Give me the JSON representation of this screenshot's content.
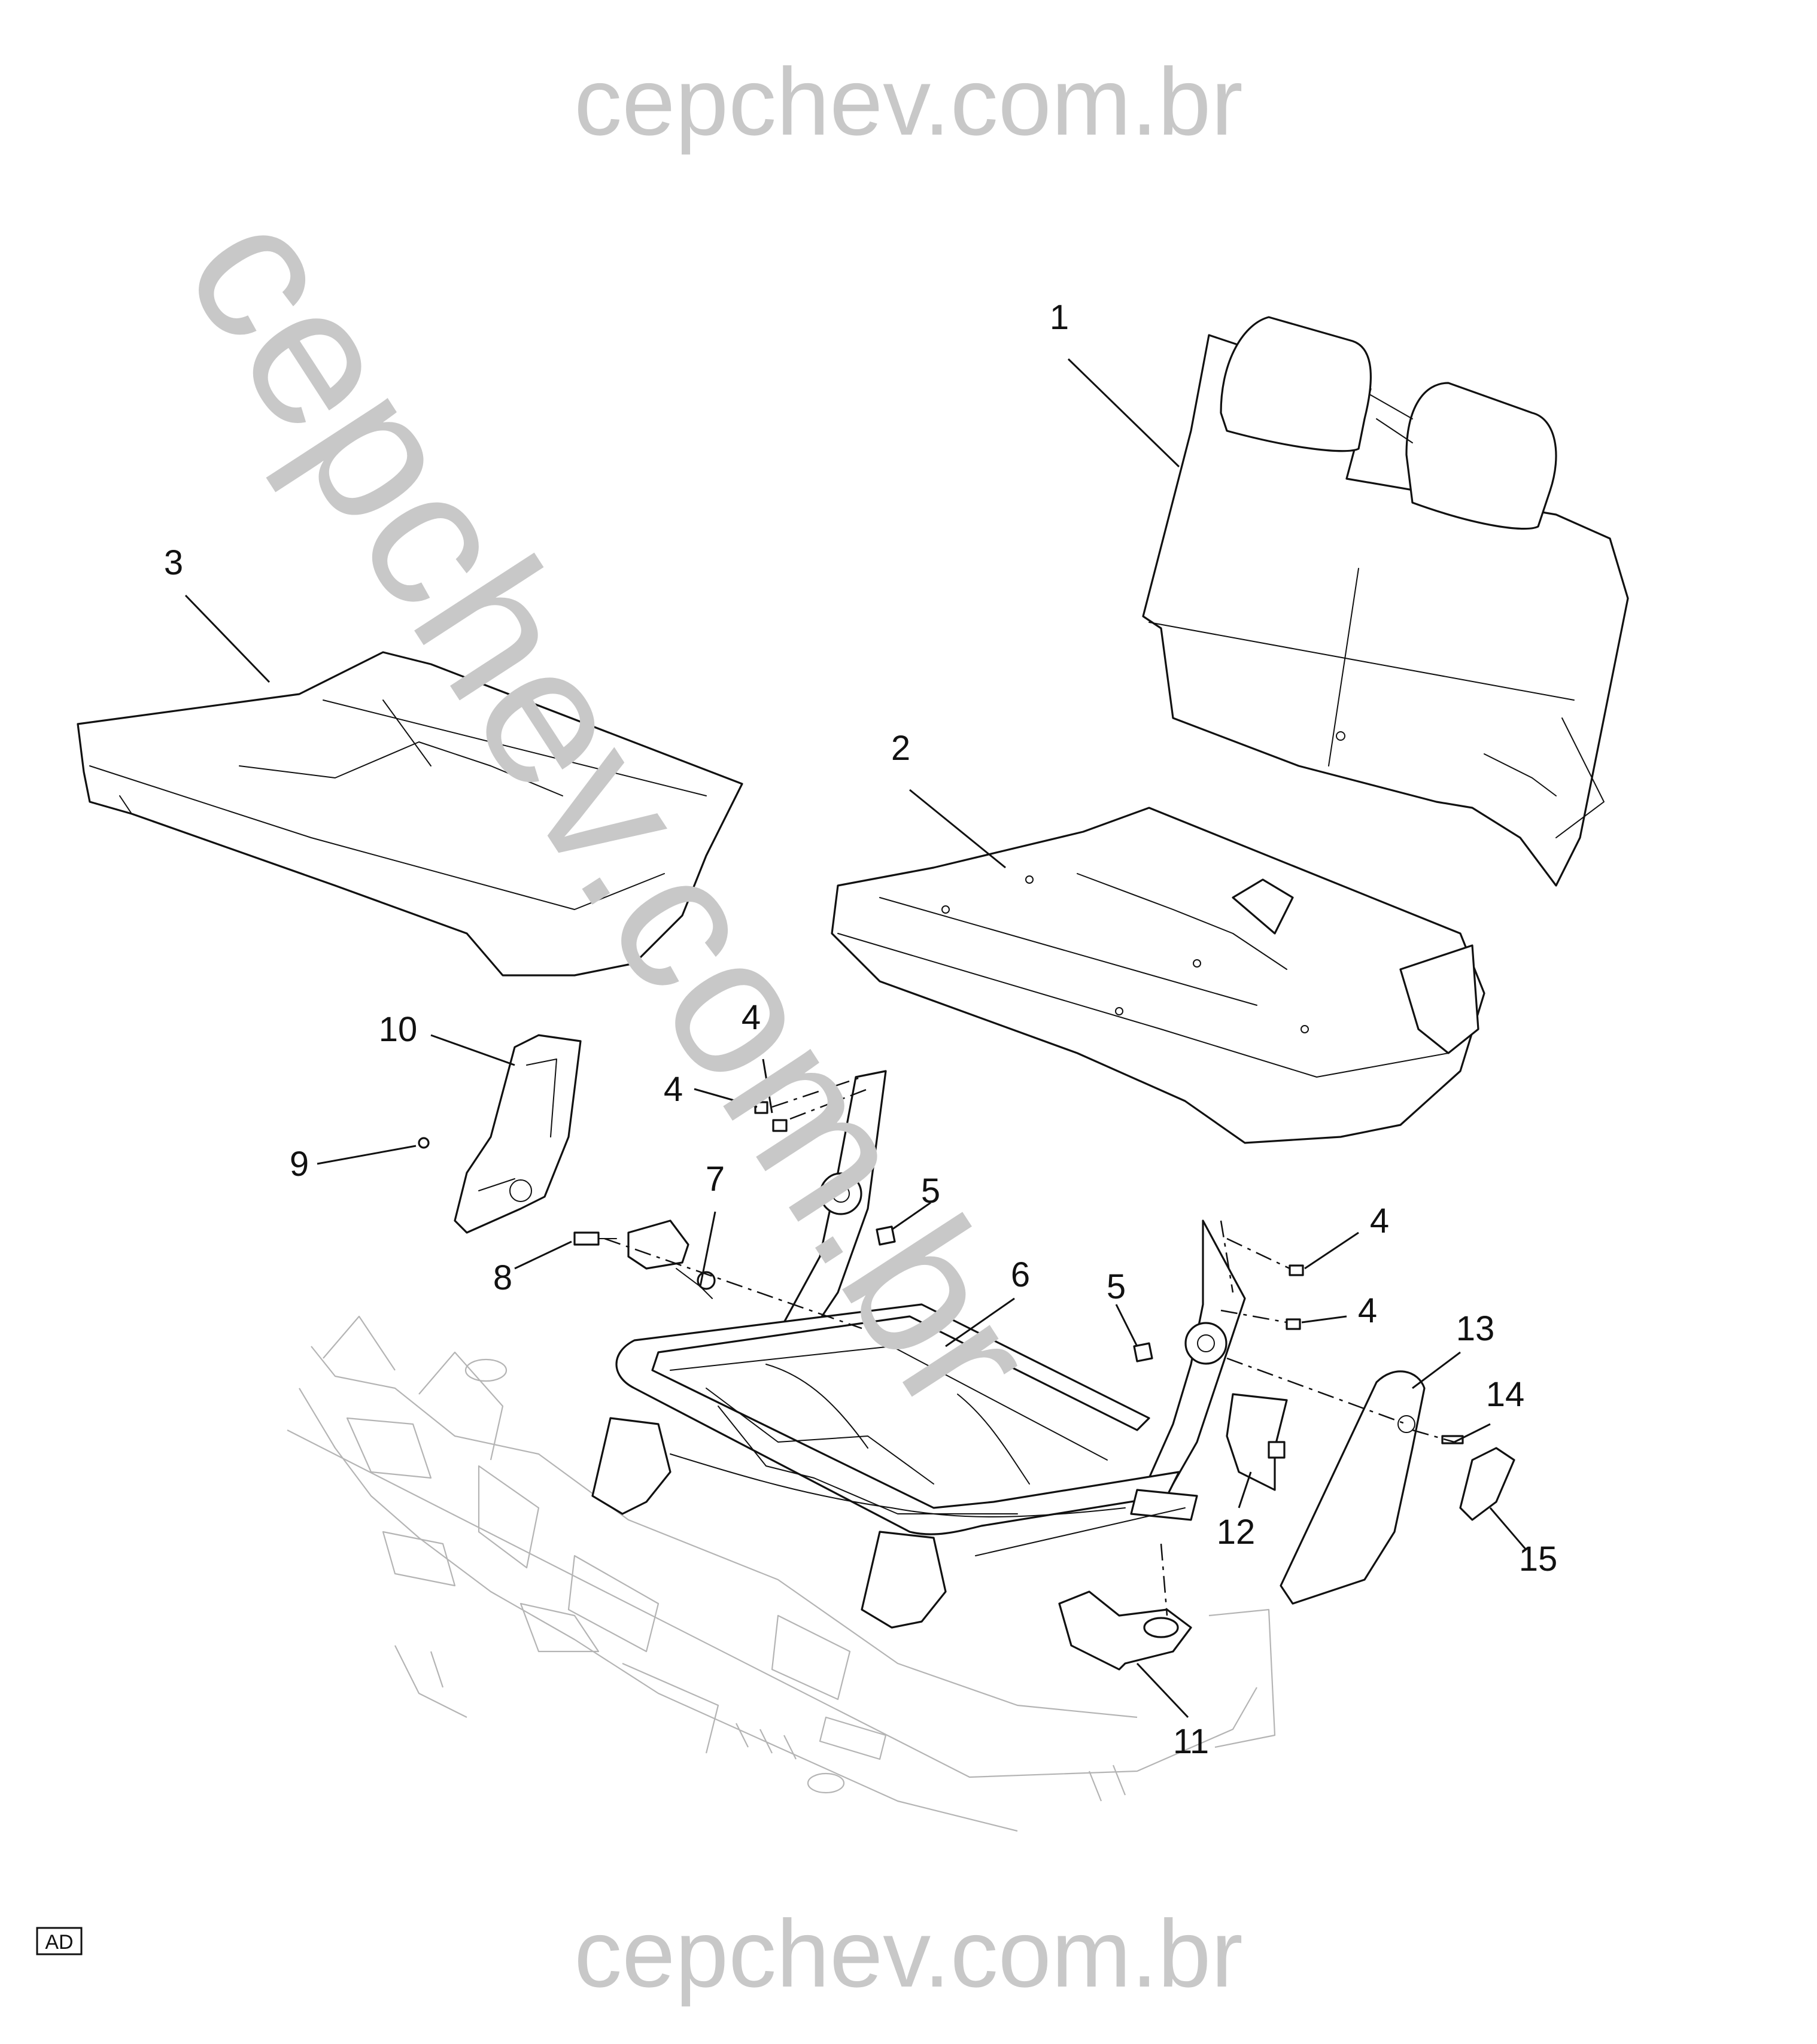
{
  "watermark": {
    "top": "cepchev.com.br",
    "bottom": "cepchev.com.br",
    "diagonal": "cepchev.com.br"
  },
  "badge": "AD",
  "callouts": [
    {
      "id": "c1",
      "label": "1"
    },
    {
      "id": "c2",
      "label": "2"
    },
    {
      "id": "c3",
      "label": "3"
    },
    {
      "id": "c4a",
      "label": "4"
    },
    {
      "id": "c4b",
      "label": "4"
    },
    {
      "id": "c4c",
      "label": "4"
    },
    {
      "id": "c4d",
      "label": "4"
    },
    {
      "id": "c5a",
      "label": "5"
    },
    {
      "id": "c5b",
      "label": "5"
    },
    {
      "id": "c6",
      "label": "6"
    },
    {
      "id": "c7",
      "label": "7"
    },
    {
      "id": "c8",
      "label": "8"
    },
    {
      "id": "c9",
      "label": "9"
    },
    {
      "id": "c10",
      "label": "10"
    },
    {
      "id": "c11",
      "label": "11"
    },
    {
      "id": "c12",
      "label": "12"
    },
    {
      "id": "c13",
      "label": "13"
    },
    {
      "id": "c14",
      "label": "14"
    },
    {
      "id": "c15",
      "label": "15"
    }
  ]
}
